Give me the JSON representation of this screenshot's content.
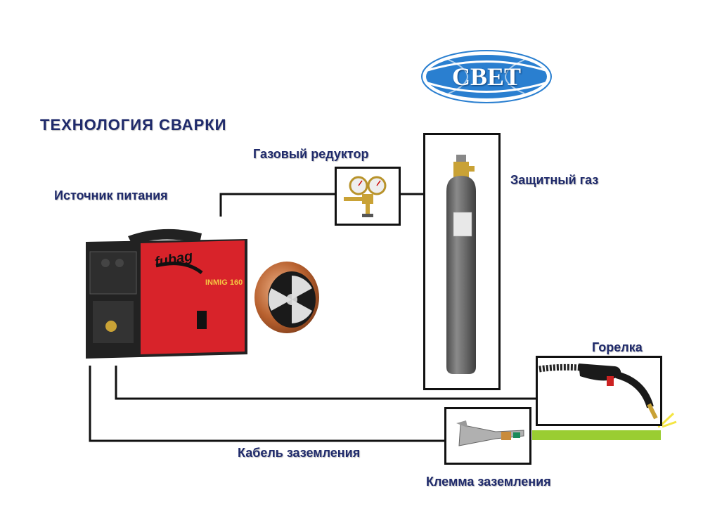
{
  "logo": {
    "text": "СВЕТ"
  },
  "title": "ТЕХНОЛОГИЯ  СВАРКИ",
  "labels": {
    "power_source": "Источник питания",
    "gas_regulator": "Газовый редуктор",
    "shielding_gas": "Защитный газ",
    "torch": "Горелка",
    "ground_cable": "Кабель заземления",
    "ground_clamp": "Клемма заземления"
  },
  "machine": {
    "brand": "fubag",
    "model": "INMIG 160"
  },
  "colors": {
    "label_text": "#1f2a6b",
    "machine_body": "#d8232a",
    "cylinder": "#6f6f6f",
    "workpiece": "#9acd32",
    "arc": "#f4e542",
    "logo_blue": "#2a7fd0"
  }
}
